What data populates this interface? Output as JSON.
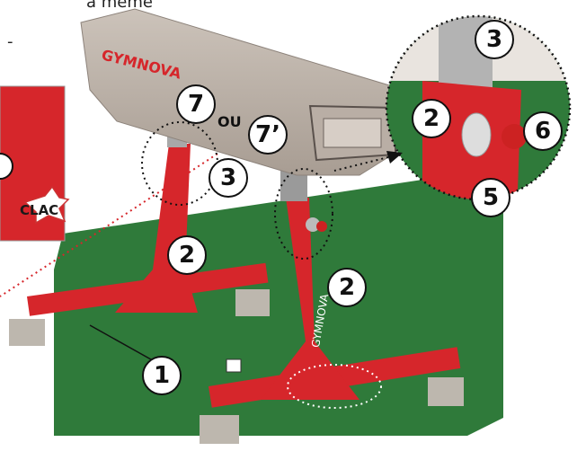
{
  "caption": {
    "line1": "a même",
    "line2": "-"
  },
  "callouts": {
    "n1": "1",
    "n2a": "2",
    "n2b": "2",
    "n2c": "2",
    "n3a": "3",
    "n3b": "3",
    "n5": "5",
    "n6": "6",
    "n7": "7",
    "n7p": "7’",
    "ou": "OU"
  },
  "inset_left": {
    "sound": "CLAC"
  },
  "brand": {
    "body": "GYMNOVA",
    "leg": "GYMNOVA"
  },
  "colors": {
    "floor": "#2f7a3a",
    "frame_red": "#d6262b",
    "body_grey": "#b9aea5",
    "foot_grey": "#bdb7ae"
  }
}
